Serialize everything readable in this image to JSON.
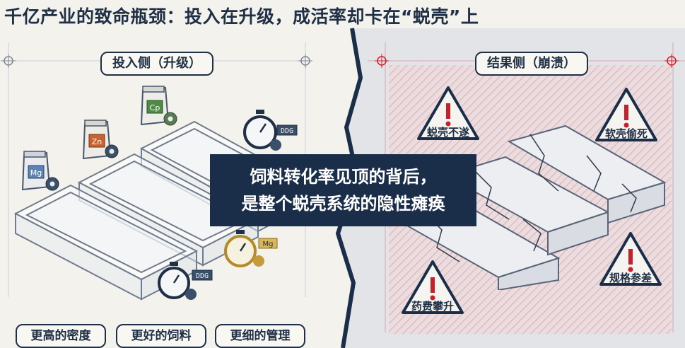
{
  "title": "千亿产业的致命瓶颈：投入在升级，成活率却卡在“蜕壳”上",
  "left_panel": {
    "label": "投入侧（升级）"
  },
  "right_panel": {
    "label": "结果侧（崩溃）"
  },
  "center_callout": {
    "line1": "饲料转化率见顶的背后，",
    "line2": "是整个蜕壳系统的隐性瘫痪"
  },
  "bottom_labels": [
    "更高的密度",
    "更好的饲料",
    "更细的管理"
  ],
  "feed_bags": [
    "Mg",
    "Zn",
    "Cp"
  ],
  "stopwatch_tags": [
    "DDG",
    "Mg",
    "DDG"
  ],
  "warnings": [
    "蜕壳不遂",
    "软壳偷死",
    "规格参差",
    "药费攀升"
  ],
  "colors": {
    "navy": "#1a2e4a",
    "warning_red": "#c8202a",
    "left_bg": "#f4f2ec",
    "right_bg": "#e3e4e8"
  }
}
